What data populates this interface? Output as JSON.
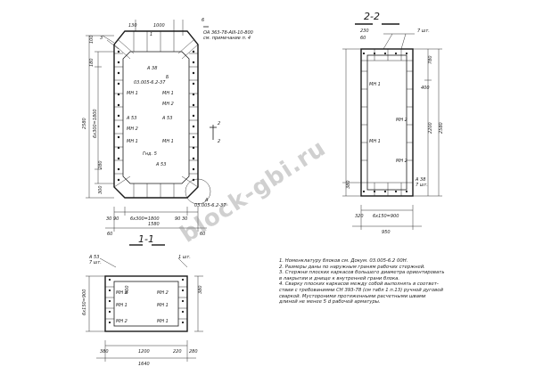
{
  "section_titles": {
    "s22": "2-2",
    "s11": "1-1"
  },
  "plan": {
    "top_dims": [
      "130",
      "1000"
    ],
    "left_dims": [
      "100",
      "180",
      "2580",
      "6х300=1800",
      "280",
      "300"
    ],
    "bottom_dims": [
      "30 90",
      "6х300=1800",
      "90 30",
      "1580",
      "60",
      "60"
    ],
    "callouts": [
      "ОА 363-78-АIII-10-800",
      "см. примечание п. 4",
      "6",
      "3",
      "1",
      "А 38",
      "Б",
      "03.005-6.2-37",
      "МН 1",
      "А 53",
      "МН 2",
      "А 53",
      "МН 1",
      "МН 1",
      "МН 2",
      "МН 1",
      "Гнд. 5",
      "А 53",
      "А",
      "03.005-6.2-37",
      "2",
      "2"
    ]
  },
  "s22": {
    "top_dims": [
      "230",
      "60",
      "7 шт."
    ],
    "right_dims": [
      "780",
      "400",
      "2200",
      "2580"
    ],
    "left_dims": [
      "380"
    ],
    "bottom_dims": [
      "320",
      "6х150=900",
      "950"
    ],
    "callouts": [
      "МН 1",
      "МН 2",
      "МН 1",
      "МН 2",
      "А 38",
      "7 шт."
    ]
  },
  "s11": {
    "dims": [
      "А 53",
      "7 шт.",
      "400",
      "6х150=900",
      "380",
      "МН 2",
      "МН 1",
      "МН 1",
      "МН 2",
      "МН 1",
      "МН 2",
      "1200",
      "1640",
      "1 шт.",
      "380",
      "220",
      "280"
    ]
  },
  "notes": [
    "1. Номенклатуру    блоков см. Докум. 03.005-6.2  00Н.",
    "2. Размеры даны по наружным граням рабочих  стержней.",
    "3. Стержни плоских каркасов большего диаметра ориентировать",
    "    в лакрытии и днище к внутренней грани блока.",
    "4. Сварку плоских каркасов между собой выполнять в соответ-",
    "    ствии с требованиями СН 393-78 (см табл 1 п.13) ручной дуговой",
    "    сваркой. Мустороними протяженными расчетными швами",
    "    длиной не менее 5 d рабочей арматуры."
  ],
  "watermark": "block-gbi.ru"
}
